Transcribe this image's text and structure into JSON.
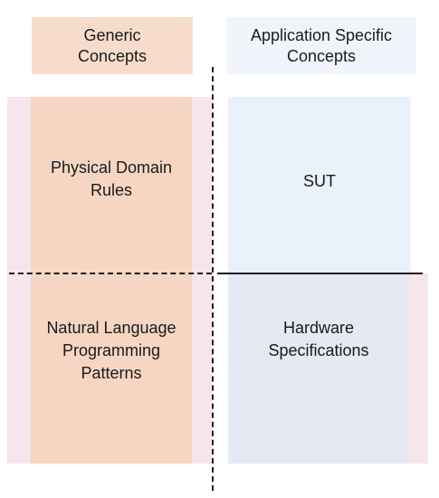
{
  "headers": {
    "generic": "Generic\nConcepts",
    "application": "Application Specific\nConcepts"
  },
  "cells": {
    "physical_domain_rules": "Physical Domain\nRules",
    "natural_language_patterns": "Natural Language\nProgramming\nPatterns",
    "sut": "SUT",
    "hardware_specifications": "Hardware\nSpecifications"
  },
  "colors": {
    "generic_header": "#f8dccb",
    "application_header": "#f1f4fb",
    "generic_band": "#f6d5c3",
    "pink_band": "#f6e5ea",
    "sut_cell": "#e9f1fb",
    "hardware_cell": "#e6e8f3",
    "line": "#1a1a1a"
  }
}
